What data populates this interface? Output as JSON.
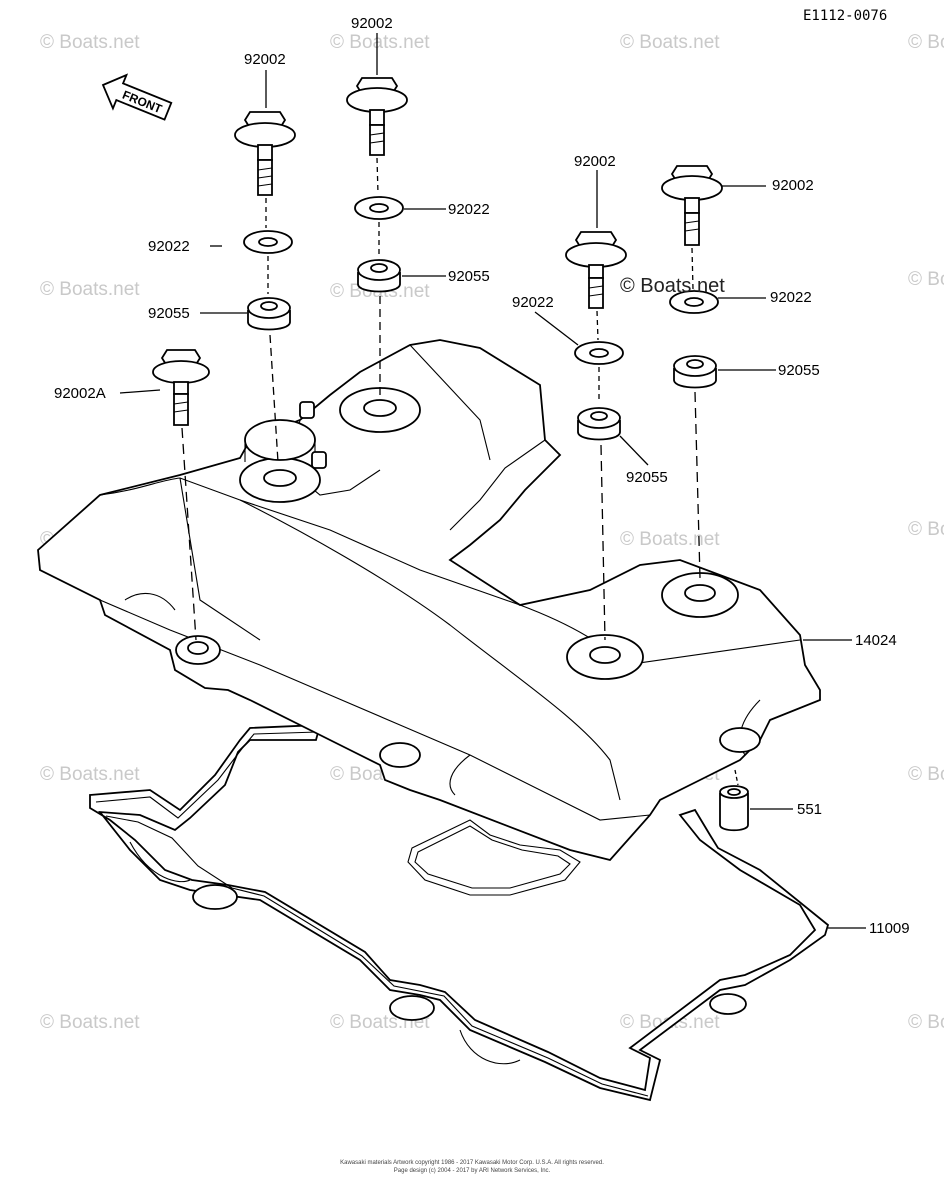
{
  "diagram_code": "E1112-0076",
  "front_label": "FRONT",
  "watermark": "© Boats.net",
  "watermark_center": "© Boats.net",
  "parts": {
    "bolt_a": "92002",
    "bolt_b": "92002",
    "bolt_c": "92002",
    "bolt_d": "92002",
    "bolt_short": "92002A",
    "washer_a": "92022",
    "washer_b": "92022",
    "washer_c": "92022",
    "washer_d": "92022",
    "grommet_a": "92055",
    "grommet_b": "92055",
    "grommet_c": "92055",
    "grommet_d": "92055",
    "cover": "14024",
    "dowel": "551",
    "gasket": "11009"
  },
  "footer": {
    "line1": "Kawasaki materials Artwork copyright 1986 - 2017 Kawasaki Motor Corp. U.S.A. All rights reserved.",
    "line2": "Page design (c) 2004 - 2017 by ARI Network Services, Inc."
  }
}
